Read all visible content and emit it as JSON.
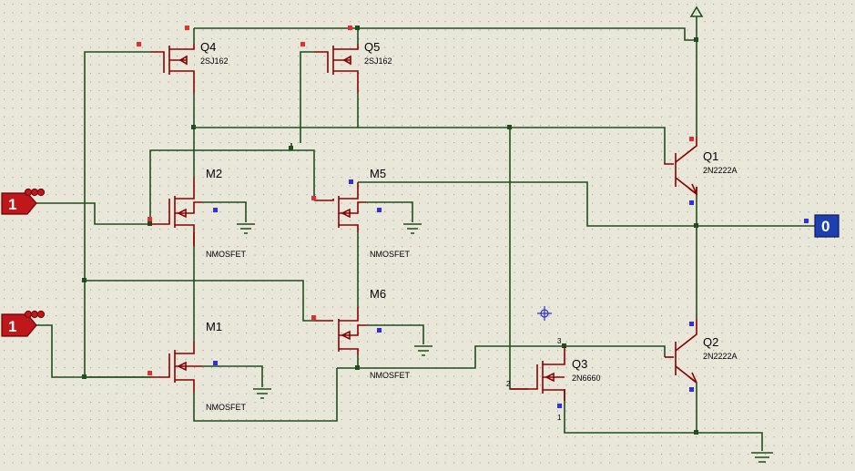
{
  "components": {
    "q4": {
      "ref": "Q4",
      "part": "2SJ162"
    },
    "q5": {
      "ref": "Q5",
      "part": "2SJ162"
    },
    "q1": {
      "ref": "Q1",
      "part": "2N2222A"
    },
    "q2": {
      "ref": "Q2",
      "part": "2N2222A"
    },
    "q3": {
      "ref": "Q3",
      "part": "2N6660"
    },
    "m1": {
      "ref": "M1",
      "part": "NMOSFET"
    },
    "m2": {
      "ref": "M2",
      "part": "NMOSFET"
    },
    "m5": {
      "ref": "M5",
      "part": "NMOSFET"
    },
    "m6": {
      "ref": "M6",
      "part": "NMOSFET"
    }
  },
  "inputs": [
    {
      "value": "1"
    },
    {
      "value": "1"
    }
  ],
  "output": {
    "value": "0"
  },
  "q3_pins": {
    "drain": "3",
    "gate": "2",
    "source": "1"
  },
  "colors": {
    "background": "#e9e6da",
    "grid_dot": "#a9a99c",
    "wire": "#1f4f1f",
    "component": "#8b0000",
    "probe_low": "#3030e0",
    "probe_high": "#e03030",
    "input_terminal": "#c0171b",
    "output_terminal": "#1d3fb0"
  }
}
